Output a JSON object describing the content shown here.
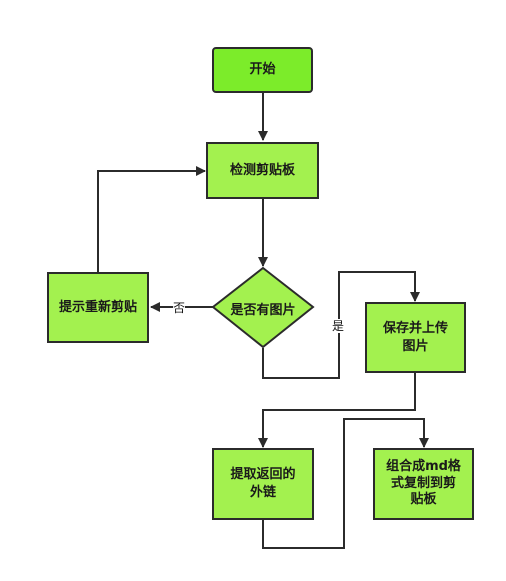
{
  "flowchart": {
    "nodes": {
      "start": "开始",
      "check_clipboard": "检测剪贴板",
      "has_image": "是否有图片",
      "prompt_recut": "提示重新剪贴",
      "save_upload": "保存并上传\n图片",
      "get_link": "提取返回的\n外链",
      "combine_copy": "组合成md格\n式复制到剪\n贴板"
    },
    "edge_labels": {
      "no": "否",
      "yes": "是"
    }
  },
  "colors": {
    "start_fill": "#7cec2a",
    "node_fill": "#a3f14f",
    "stroke": "#2b2b2b"
  }
}
